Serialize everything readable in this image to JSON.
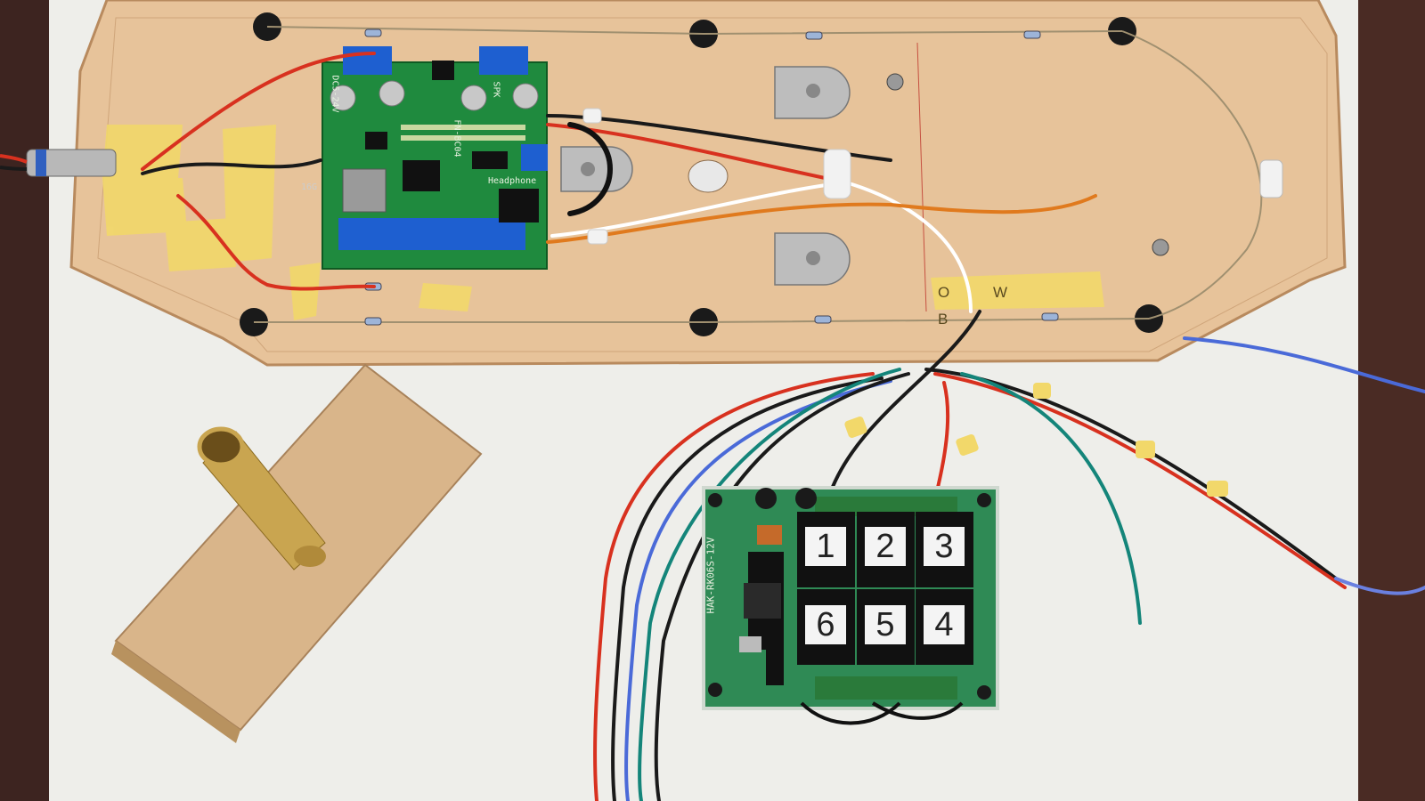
{
  "scene": {
    "description_tags": [
      "wooden-deck-plate",
      "sound-board",
      "relay-module",
      "brass-tube-stand",
      "wiring"
    ]
  },
  "tape": {
    "label": "O W B"
  },
  "sound_board": {
    "texts": [
      "DC5-24V",
      "FN-BC04",
      "SPK",
      "Headphone",
      "16G"
    ]
  },
  "relay_board": {
    "model_text": "HAK-RK06S-12V",
    "relay_labels": [
      "1",
      "2",
      "3",
      "6",
      "5",
      "4"
    ]
  }
}
